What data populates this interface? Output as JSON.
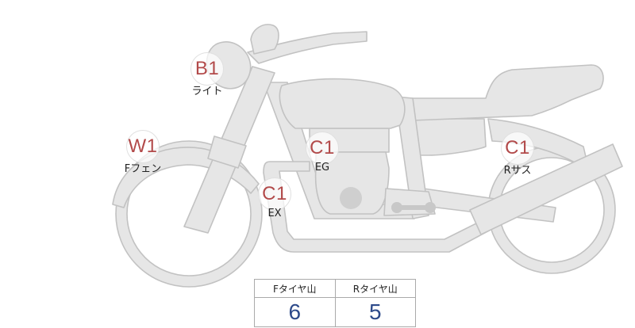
{
  "markers": [
    {
      "code": "B1",
      "label": "ライト"
    },
    {
      "code": "W1",
      "label": "Fフェン"
    },
    {
      "code": "C1",
      "label": "EG"
    },
    {
      "code": "C1",
      "label": "EX"
    },
    {
      "code": "C1",
      "label": "Rサス"
    }
  ],
  "tire_table": {
    "headers": [
      "Fタイヤ山",
      "Rタイヤ山"
    ],
    "values": [
      "6",
      "5"
    ]
  },
  "colors": {
    "code_text": "#b24a4a",
    "value_text": "#2d4a8a",
    "body_fill": "#e6e6e6",
    "outline": "#c2c2c2"
  }
}
